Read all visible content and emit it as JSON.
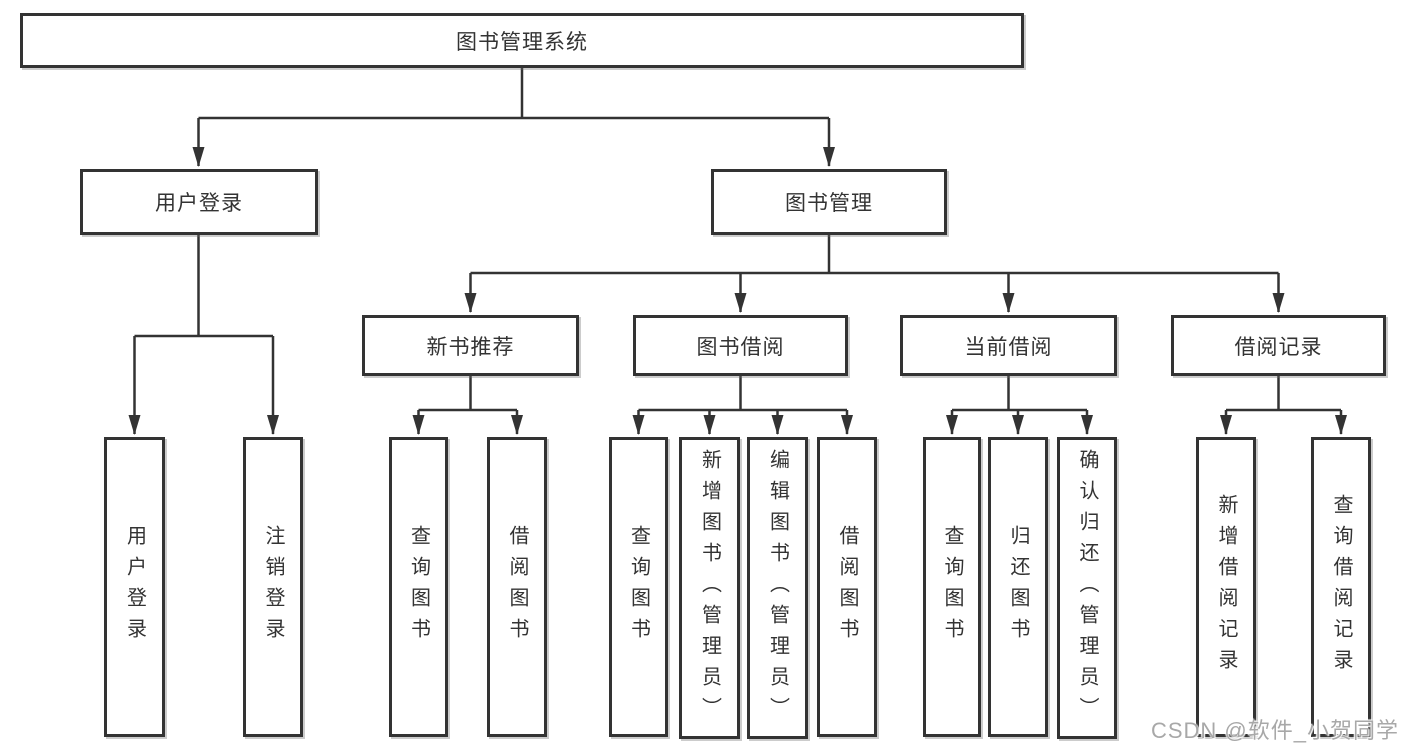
{
  "colors": {
    "line": "#333333",
    "box_border": "#333333",
    "text": "#333333",
    "background": "#ffffff",
    "watermark": "#a8a8a8"
  },
  "watermark": {
    "text": "CSDN @软件_小贺同学"
  },
  "tree": {
    "root": {
      "label": "图书管理系统",
      "children": [
        {
          "label": "用户登录",
          "children": [
            {
              "label": "用户登录"
            },
            {
              "label": "注销登录"
            }
          ]
        },
        {
          "label": "图书管理",
          "children": [
            {
              "label": "新书推荐",
              "children": [
                {
                  "label": "查询图书"
                },
                {
                  "label": "借阅图书"
                }
              ]
            },
            {
              "label": "图书借阅",
              "children": [
                {
                  "label": "查询图书"
                },
                {
                  "label": "新增图书（管理员）"
                },
                {
                  "label": "编辑图书（管理员）"
                },
                {
                  "label": "借阅图书"
                }
              ]
            },
            {
              "label": "当前借阅",
              "children": [
                {
                  "label": "查询图书"
                },
                {
                  "label": "归还图书"
                },
                {
                  "label": "确认归还（管理员）"
                }
              ]
            },
            {
              "label": "借阅记录",
              "children": [
                {
                  "label": "新增借阅记录"
                },
                {
                  "label": "查询借阅记录"
                }
              ]
            }
          ]
        }
      ]
    }
  }
}
